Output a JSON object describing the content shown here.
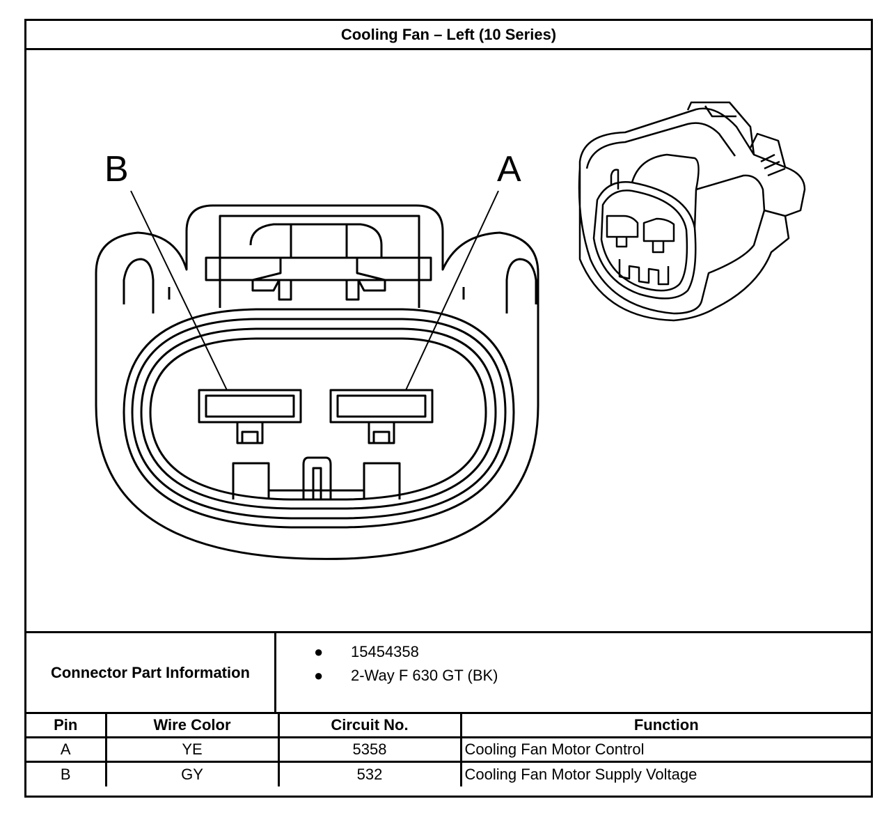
{
  "title": "Cooling Fan – Left (10 Series)",
  "diagram": {
    "pin_label_b": "B",
    "pin_label_a": "A"
  },
  "connector_info": {
    "label": "Connector Part Information",
    "items": [
      "15454358",
      "2-Way F 630 GT (BK)"
    ]
  },
  "pin_table": {
    "headers": [
      "Pin",
      "Wire Color",
      "Circuit No.",
      "Function"
    ],
    "rows": [
      {
        "pin": "A",
        "wire_color": "YE",
        "circuit": "5358",
        "function": "Cooling Fan Motor Control"
      },
      {
        "pin": "B",
        "wire_color": "GY",
        "circuit": "532",
        "function": "Cooling Fan Motor Supply Voltage"
      }
    ]
  }
}
